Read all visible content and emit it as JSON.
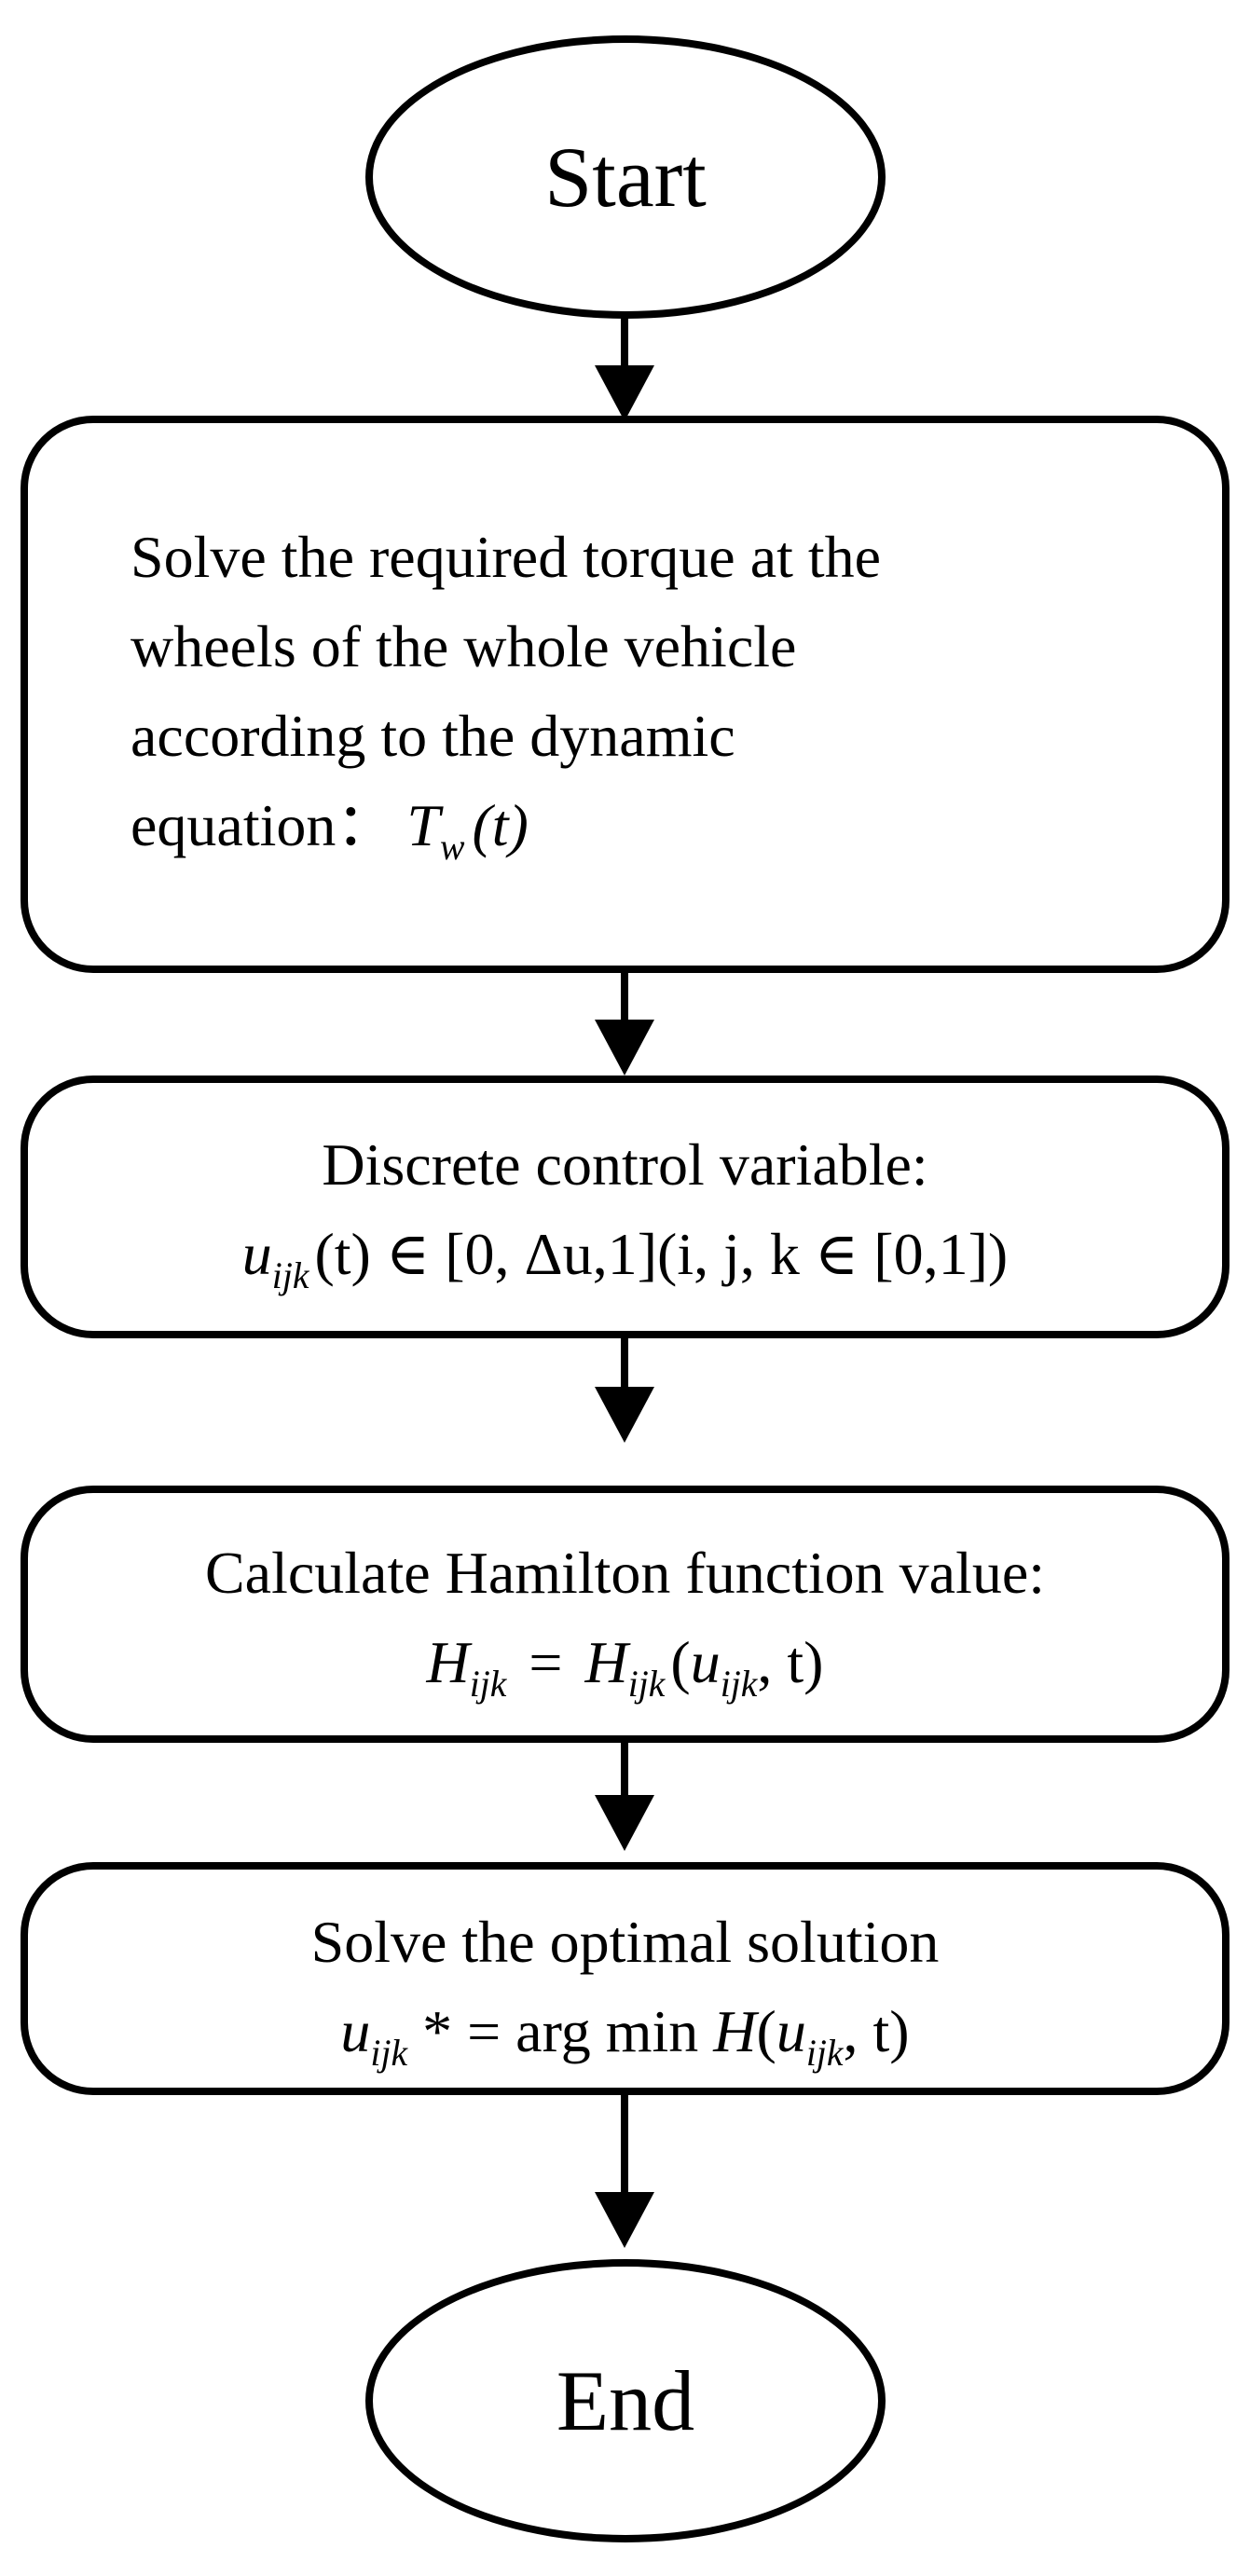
{
  "flowchart": {
    "start": {
      "label": "Start"
    },
    "step1": {
      "lines": [
        "Solve the required torque at the",
        "wheels of the whole vehicle",
        "according to the dynamic",
        "equation："
      ],
      "formula": {
        "T": "T",
        "sub": "w",
        "arg": "(t)"
      }
    },
    "step2": {
      "title": "Discrete control variable:",
      "formula": {
        "u": "u",
        "sub": "ijk",
        "rest": "(t) ∈ [0, Δu,1](i, j, k ∈ [0,1])"
      }
    },
    "step3": {
      "title": "Calculate Hamilton function value:",
      "formula": {
        "H": "H",
        "sub": "ijk",
        "eq": " = ",
        "H2": "H",
        "sub2": "ijk",
        "open": "(",
        "u": "u",
        "sub3": "ijk",
        "rest": ", t)"
      }
    },
    "step4": {
      "title": "Solve the optimal solution",
      "formula": {
        "u": "u",
        "sub": "ijk",
        "eq": " * = arg min ",
        "H": "H",
        "open": "(",
        "u2": "u",
        "sub2": "ijk",
        "rest": ", t)"
      }
    },
    "end": {
      "label": "End"
    }
  }
}
